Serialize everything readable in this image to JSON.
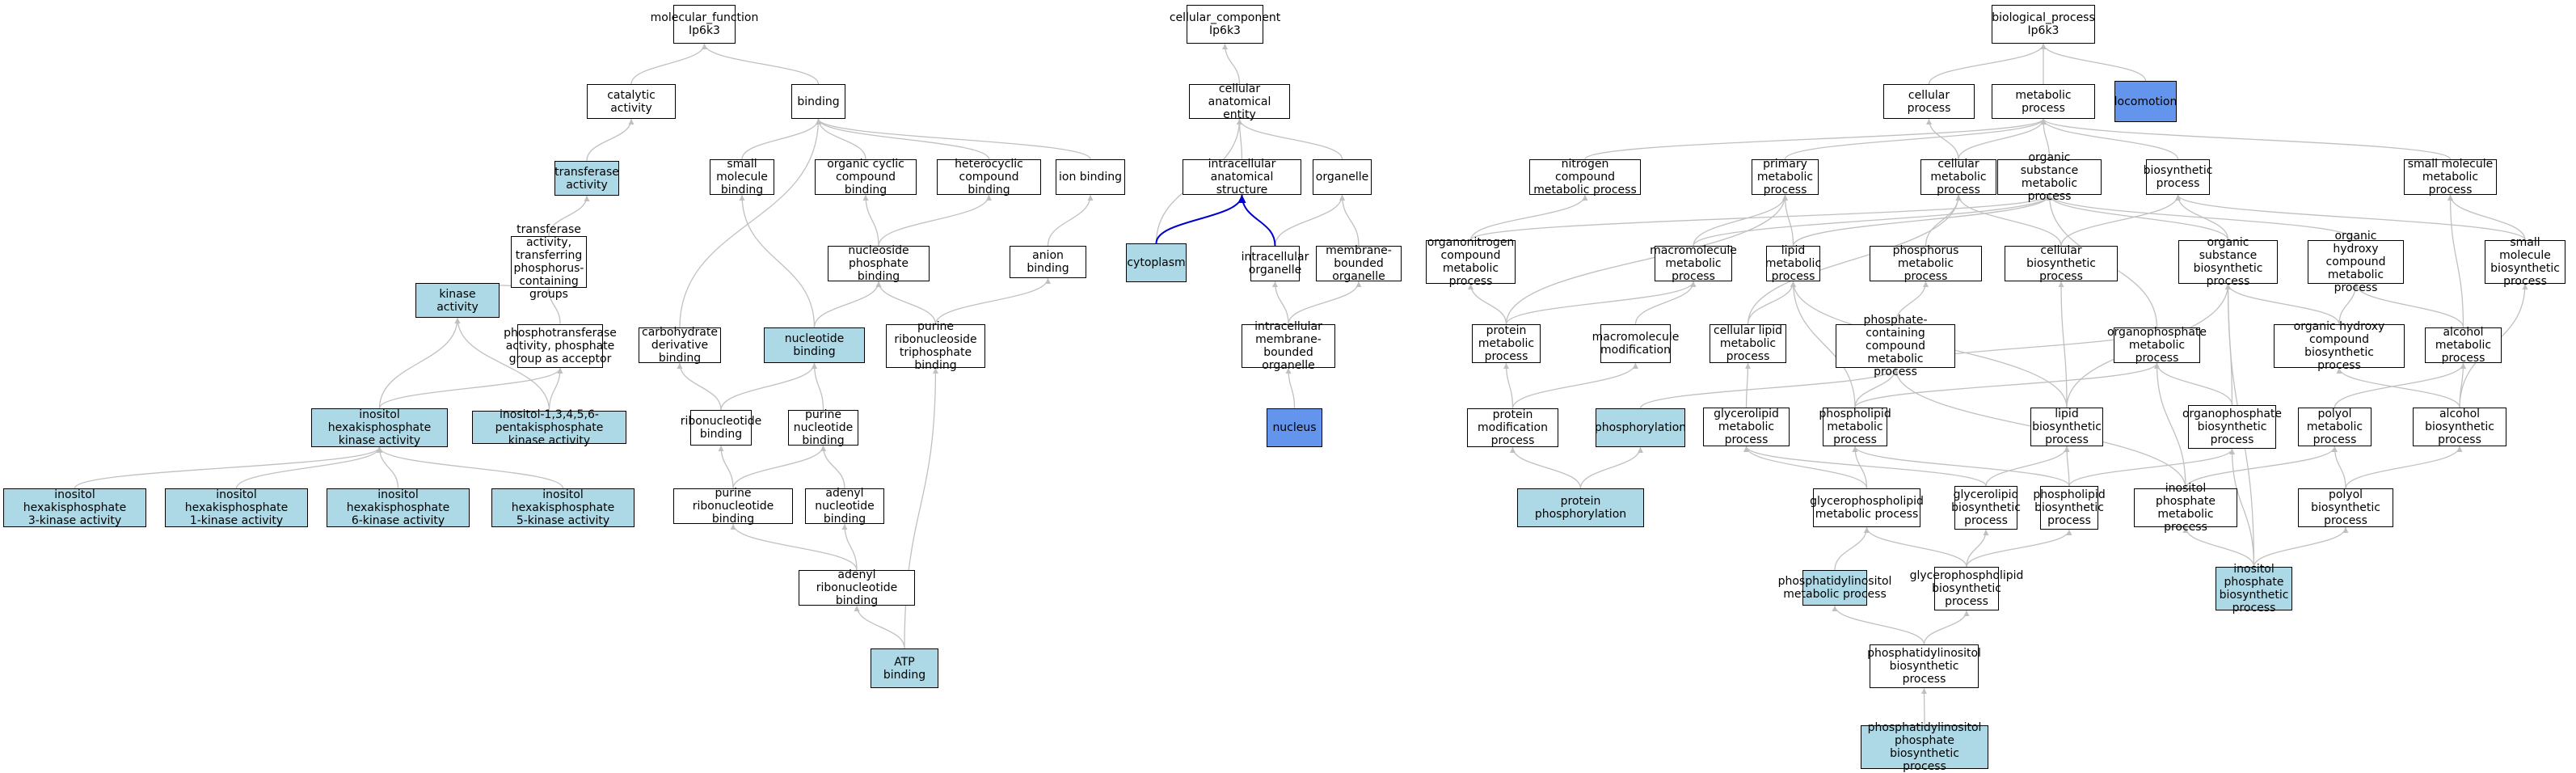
{
  "colors": {
    "annotated": "#add8e6",
    "direct": "#6495ed",
    "plain": "#ffffff",
    "edge": "#c0c0c0",
    "part_of": "#0000cc"
  },
  "nodes": [
    {
      "id": "mf",
      "label": "molecular_function\nIp6k3",
      "fill": "plain"
    },
    {
      "id": "cc",
      "label": "cellular_component\nIp6k3",
      "fill": "plain"
    },
    {
      "id": "bp",
      "label": "biological_process\nIp6k3",
      "fill": "plain"
    },
    {
      "id": "catact",
      "label": "catalytic activity",
      "fill": "plain"
    },
    {
      "id": "binding",
      "label": "binding",
      "fill": "plain"
    },
    {
      "id": "transf",
      "label": "transferase\nactivity",
      "fill": "annotated"
    },
    {
      "id": "tpcg",
      "label": "transferase\nactivity, transferring\nphosphorus-containing\ngroups",
      "fill": "plain"
    },
    {
      "id": "kinase",
      "label": "kinase activity",
      "fill": "annotated"
    },
    {
      "id": "phosacc",
      "label": "phosphotransferase\nactivity, phosphate\ngroup as acceptor",
      "fill": "plain"
    },
    {
      "id": "ihka",
      "label": "inositol hexakisphosphate\nkinase activity",
      "fill": "annotated"
    },
    {
      "id": "ipentaka",
      "label": "inositol-1,3,4,5,6-pentakisphosphate\nkinase activity",
      "fill": "annotated"
    },
    {
      "id": "ih3k",
      "label": "inositol hexakisphosphate\n3-kinase activity",
      "fill": "annotated"
    },
    {
      "id": "ih1k",
      "label": "inositol hexakisphosphate\n1-kinase activity",
      "fill": "annotated"
    },
    {
      "id": "ih6k",
      "label": "inositol hexakisphosphate\n6-kinase activity",
      "fill": "annotated"
    },
    {
      "id": "ih5k",
      "label": "inositol hexakisphosphate\n5-kinase activity",
      "fill": "annotated"
    },
    {
      "id": "smb",
      "label": "small molecule\nbinding",
      "fill": "plain"
    },
    {
      "id": "occb",
      "label": "organic cyclic\ncompound binding",
      "fill": "plain"
    },
    {
      "id": "hccb",
      "label": "heterocyclic\ncompound binding",
      "fill": "plain"
    },
    {
      "id": "ionb",
      "label": "ion binding",
      "fill": "plain"
    },
    {
      "id": "anionb",
      "label": "anion binding",
      "fill": "plain"
    },
    {
      "id": "npb",
      "label": "nucleoside phosphate\nbinding",
      "fill": "plain"
    },
    {
      "id": "carbb",
      "label": "carbohydrate\nderivative binding",
      "fill": "plain"
    },
    {
      "id": "nucb",
      "label": "nucleotide binding",
      "fill": "annotated"
    },
    {
      "id": "prntb",
      "label": "purine ribonucleoside\ntriphosphate\nbinding",
      "fill": "plain"
    },
    {
      "id": "ribb",
      "label": "ribonucleotide\nbinding",
      "fill": "plain"
    },
    {
      "id": "purnb",
      "label": "purine nucleotide\nbinding",
      "fill": "plain"
    },
    {
      "id": "prnb",
      "label": "purine ribonucleotide\nbinding",
      "fill": "plain"
    },
    {
      "id": "adnb",
      "label": "adenyl nucleotide\nbinding",
      "fill": "plain"
    },
    {
      "id": "adrnb",
      "label": "adenyl ribonucleotide\nbinding",
      "fill": "plain"
    },
    {
      "id": "atpb",
      "label": "ATP binding",
      "fill": "annotated"
    },
    {
      "id": "cae",
      "label": "cellular anatomical\nentity",
      "fill": "plain"
    },
    {
      "id": "ias",
      "label": "intracellular\nanatomical structure",
      "fill": "plain"
    },
    {
      "id": "organelle",
      "label": "organelle",
      "fill": "plain"
    },
    {
      "id": "cytoplasm",
      "label": "cytoplasm",
      "fill": "annotated"
    },
    {
      "id": "io",
      "label": "intracellular\norganelle",
      "fill": "plain"
    },
    {
      "id": "mbo",
      "label": "membrane-bounded\norganelle",
      "fill": "plain"
    },
    {
      "id": "imbo",
      "label": "intracellular\nmembrane-bounded\norganelle",
      "fill": "plain"
    },
    {
      "id": "nucleus",
      "label": "nucleus",
      "fill": "direct"
    },
    {
      "id": "cp",
      "label": "cellular process",
      "fill": "plain"
    },
    {
      "id": "mp",
      "label": "metabolic process",
      "fill": "plain"
    },
    {
      "id": "loco",
      "label": "locomotion",
      "fill": "direct"
    },
    {
      "id": "ncmp",
      "label": "nitrogen compound\nmetabolic process",
      "fill": "plain"
    },
    {
      "id": "pmp",
      "label": "primary metabolic\nprocess",
      "fill": "plain"
    },
    {
      "id": "cmp",
      "label": "cellular metabolic\nprocess",
      "fill": "plain"
    },
    {
      "id": "osmp",
      "label": "organic substance\nmetabolic process",
      "fill": "plain"
    },
    {
      "id": "biosyn",
      "label": "biosynthetic\nprocess",
      "fill": "plain"
    },
    {
      "id": "smmp",
      "label": "small molecule\nmetabolic process",
      "fill": "plain"
    },
    {
      "id": "oncmp",
      "label": "organonitrogen\ncompound metabolic\nprocess",
      "fill": "plain"
    },
    {
      "id": "macromp",
      "label": "macromolecule\nmetabolic process",
      "fill": "plain"
    },
    {
      "id": "lipmp",
      "label": "lipid metabolic\nprocess",
      "fill": "plain"
    },
    {
      "id": "phmp",
      "label": "phosphorus metabolic\nprocess",
      "fill": "plain"
    },
    {
      "id": "cbp",
      "label": "cellular biosynthetic\nprocess",
      "fill": "plain"
    },
    {
      "id": "osbp",
      "label": "organic substance\nbiosynthetic\nprocess",
      "fill": "plain"
    },
    {
      "id": "ohcmp",
      "label": "organic hydroxy\ncompound metabolic\nprocess",
      "fill": "plain"
    },
    {
      "id": "smbp",
      "label": "small molecule\nbiosynthetic\nprocess",
      "fill": "plain"
    },
    {
      "id": "protmp",
      "label": "protein metabolic\nprocess",
      "fill": "plain"
    },
    {
      "id": "macromod",
      "label": "macromolecule\nmodification",
      "fill": "plain"
    },
    {
      "id": "clmp",
      "label": "cellular lipid\nmetabolic process",
      "fill": "plain"
    },
    {
      "id": "pccmp",
      "label": "phosphate-containing\ncompound metabolic\nprocess",
      "fill": "plain"
    },
    {
      "id": "orgphmp",
      "label": "organophosphate\nmetabolic process",
      "fill": "plain"
    },
    {
      "id": "ohcbp",
      "label": "organic hydroxy\ncompound biosynthetic\nprocess",
      "fill": "plain"
    },
    {
      "id": "alcmp",
      "label": "alcohol metabolic\nprocess",
      "fill": "plain"
    },
    {
      "id": "protmod",
      "label": "protein modification\nprocess",
      "fill": "plain"
    },
    {
      "id": "phos",
      "label": "phosphorylation",
      "fill": "annotated"
    },
    {
      "id": "glmp",
      "label": "glycerolipid\nmetabolic process",
      "fill": "plain"
    },
    {
      "id": "phlmp",
      "label": "phospholipid\nmetabolic process",
      "fill": "plain"
    },
    {
      "id": "lipbp",
      "label": "lipid biosynthetic\nprocess",
      "fill": "plain"
    },
    {
      "id": "orgphbp",
      "label": "organophosphate\nbiosynthetic\nprocess",
      "fill": "plain"
    },
    {
      "id": "polmp",
      "label": "polyol metabolic\nprocess",
      "fill": "plain"
    },
    {
      "id": "alcbp",
      "label": "alcohol biosynthetic\nprocess",
      "fill": "plain"
    },
    {
      "id": "protphos",
      "label": "protein phosphorylation",
      "fill": "annotated"
    },
    {
      "id": "gpmp",
      "label": "glycerophospholipid\nmetabolic process",
      "fill": "plain"
    },
    {
      "id": "glbp",
      "label": "glycerolipid\nbiosynthetic\nprocess",
      "fill": "plain"
    },
    {
      "id": "phlbp",
      "label": "phospholipid\nbiosynthetic\nprocess",
      "fill": "plain"
    },
    {
      "id": "ipmp",
      "label": "inositol phosphate\nmetabolic process",
      "fill": "plain"
    },
    {
      "id": "polbp",
      "label": "polyol biosynthetic\nprocess",
      "fill": "plain"
    },
    {
      "id": "pimp",
      "label": "phosphatidylinositol\nmetabolic process",
      "fill": "annotated"
    },
    {
      "id": "gpbp",
      "label": "glycerophospholipid\nbiosynthetic\nprocess",
      "fill": "plain"
    },
    {
      "id": "ipbp",
      "label": "inositol phosphate\nbiosynthetic\nprocess",
      "fill": "annotated"
    },
    {
      "id": "pibp",
      "label": "phosphatidylinositol\nbiosynthetic\nprocess",
      "fill": "plain"
    },
    {
      "id": "pipbp",
      "label": "phosphatidylinositol\nphosphate biosynthetic\nprocess",
      "fill": "annotated"
    }
  ],
  "edges": [
    [
      "catact",
      "mf"
    ],
    [
      "binding",
      "mf"
    ],
    [
      "transf",
      "catact"
    ],
    [
      "tpcg",
      "transf"
    ],
    [
      "kinase",
      "tpcg"
    ],
    [
      "phosacc",
      "tpcg"
    ],
    [
      "ihka",
      "kinase"
    ],
    [
      "ihka",
      "phosacc"
    ],
    [
      "ipentaka",
      "kinase"
    ],
    [
      "ipentaka",
      "phosacc"
    ],
    [
      "ih3k",
      "ihka"
    ],
    [
      "ih1k",
      "ihka"
    ],
    [
      "ih6k",
      "ihka"
    ],
    [
      "ih5k",
      "ihka"
    ],
    [
      "smb",
      "binding"
    ],
    [
      "occb",
      "binding"
    ],
    [
      "hccb",
      "binding"
    ],
    [
      "ionb",
      "binding"
    ],
    [
      "carbb",
      "binding"
    ],
    [
      "npb",
      "occb"
    ],
    [
      "npb",
      "hccb"
    ],
    [
      "anionb",
      "ionb"
    ],
    [
      "nucb",
      "npb"
    ],
    [
      "nucb",
      "smb"
    ],
    [
      "prntb",
      "npb"
    ],
    [
      "prntb",
      "anionb"
    ],
    [
      "ribb",
      "nucb"
    ],
    [
      "ribb",
      "carbb"
    ],
    [
      "purnb",
      "nucb"
    ],
    [
      "prnb",
      "ribb"
    ],
    [
      "prnb",
      "purnb"
    ],
    [
      "adnb",
      "purnb"
    ],
    [
      "adrnb",
      "prnb"
    ],
    [
      "adrnb",
      "adnb"
    ],
    [
      "atpb",
      "adrnb"
    ],
    [
      "atpb",
      "prntb"
    ],
    [
      "cae",
      "cc"
    ],
    [
      "ias",
      "cae"
    ],
    [
      "organelle",
      "cae"
    ],
    [
      "cytoplasm",
      "cae"
    ],
    [
      "io",
      "organelle"
    ],
    [
      "mbo",
      "organelle"
    ],
    [
      "imbo",
      "io"
    ],
    [
      "imbo",
      "mbo"
    ],
    [
      "nucleus",
      "imbo"
    ],
    [
      "cp",
      "bp"
    ],
    [
      "mp",
      "bp"
    ],
    [
      "loco",
      "bp"
    ],
    [
      "ncmp",
      "mp"
    ],
    [
      "pmp",
      "mp"
    ],
    [
      "cmp",
      "mp"
    ],
    [
      "cmp",
      "cp"
    ],
    [
      "osmp",
      "mp"
    ],
    [
      "biosyn",
      "mp"
    ],
    [
      "smmp",
      "mp"
    ],
    [
      "oncmp",
      "ncmp"
    ],
    [
      "oncmp",
      "osmp"
    ],
    [
      "macromp",
      "pmp"
    ],
    [
      "macromp",
      "osmp"
    ],
    [
      "lipmp",
      "pmp"
    ],
    [
      "lipmp",
      "osmp"
    ],
    [
      "phmp",
      "cmp"
    ],
    [
      "cbp",
      "cmp"
    ],
    [
      "cbp",
      "biosyn"
    ],
    [
      "osbp",
      "osmp"
    ],
    [
      "osbp",
      "biosyn"
    ],
    [
      "ohcmp",
      "osmp"
    ],
    [
      "smbp",
      "smmp"
    ],
    [
      "smbp",
      "biosyn"
    ],
    [
      "protmp",
      "oncmp"
    ],
    [
      "protmp",
      "macromp"
    ],
    [
      "protmp",
      "pmp"
    ],
    [
      "macromod",
      "macromp"
    ],
    [
      "clmp",
      "lipmp"
    ],
    [
      "clmp",
      "cmp"
    ],
    [
      "pccmp",
      "phmp"
    ],
    [
      "orgphmp",
      "pccmp"
    ],
    [
      "orgphmp",
      "osmp"
    ],
    [
      "ohcbp",
      "ohcmp"
    ],
    [
      "ohcbp",
      "osbp"
    ],
    [
      "alcmp",
      "ohcmp"
    ],
    [
      "alcmp",
      "smmp"
    ],
    [
      "protmod",
      "protmp"
    ],
    [
      "protmod",
      "macromod"
    ],
    [
      "phos",
      "pccmp"
    ],
    [
      "protphos",
      "protmod"
    ],
    [
      "protphos",
      "phos"
    ],
    [
      "glmp",
      "clmp"
    ],
    [
      "phlmp",
      "pccmp"
    ],
    [
      "phlmp",
      "lipmp"
    ],
    [
      "phlmp",
      "orgphmp"
    ],
    [
      "lipbp",
      "lipmp"
    ],
    [
      "lipbp",
      "osbp"
    ],
    [
      "lipbp",
      "cbp"
    ],
    [
      "orgphbp",
      "orgphmp"
    ],
    [
      "orgphbp",
      "osbp"
    ],
    [
      "polmp",
      "alcmp"
    ],
    [
      "alcbp",
      "alcmp"
    ],
    [
      "alcbp",
      "ohcbp"
    ],
    [
      "alcbp",
      "smbp"
    ],
    [
      "gpmp",
      "glmp"
    ],
    [
      "gpmp",
      "phlmp"
    ],
    [
      "glbp",
      "glmp"
    ],
    [
      "glbp",
      "lipbp"
    ],
    [
      "phlbp",
      "phlmp"
    ],
    [
      "phlbp",
      "lipbp"
    ],
    [
      "phlbp",
      "orgphbp"
    ],
    [
      "ipmp",
      "orgphmp"
    ],
    [
      "ipmp",
      "polmp"
    ],
    [
      "ipmp",
      "pccmp"
    ],
    [
      "polbp",
      "polmp"
    ],
    [
      "polbp",
      "alcbp"
    ],
    [
      "pimp",
      "gpmp"
    ],
    [
      "gpbp",
      "gpmp"
    ],
    [
      "gpbp",
      "glbp"
    ],
    [
      "gpbp",
      "phlbp"
    ],
    [
      "ipbp",
      "ipmp"
    ],
    [
      "ipbp",
      "polbp"
    ],
    [
      "ipbp",
      "orgphbp"
    ],
    [
      "ipbp",
      "osbp"
    ],
    [
      "pibp",
      "pimp"
    ],
    [
      "pibp",
      "gpbp"
    ],
    [
      "pipbp",
      "pibp"
    ]
  ],
  "part_of_edges": [
    [
      "cytoplasm",
      "ias"
    ],
    [
      "io",
      "ias"
    ]
  ]
}
